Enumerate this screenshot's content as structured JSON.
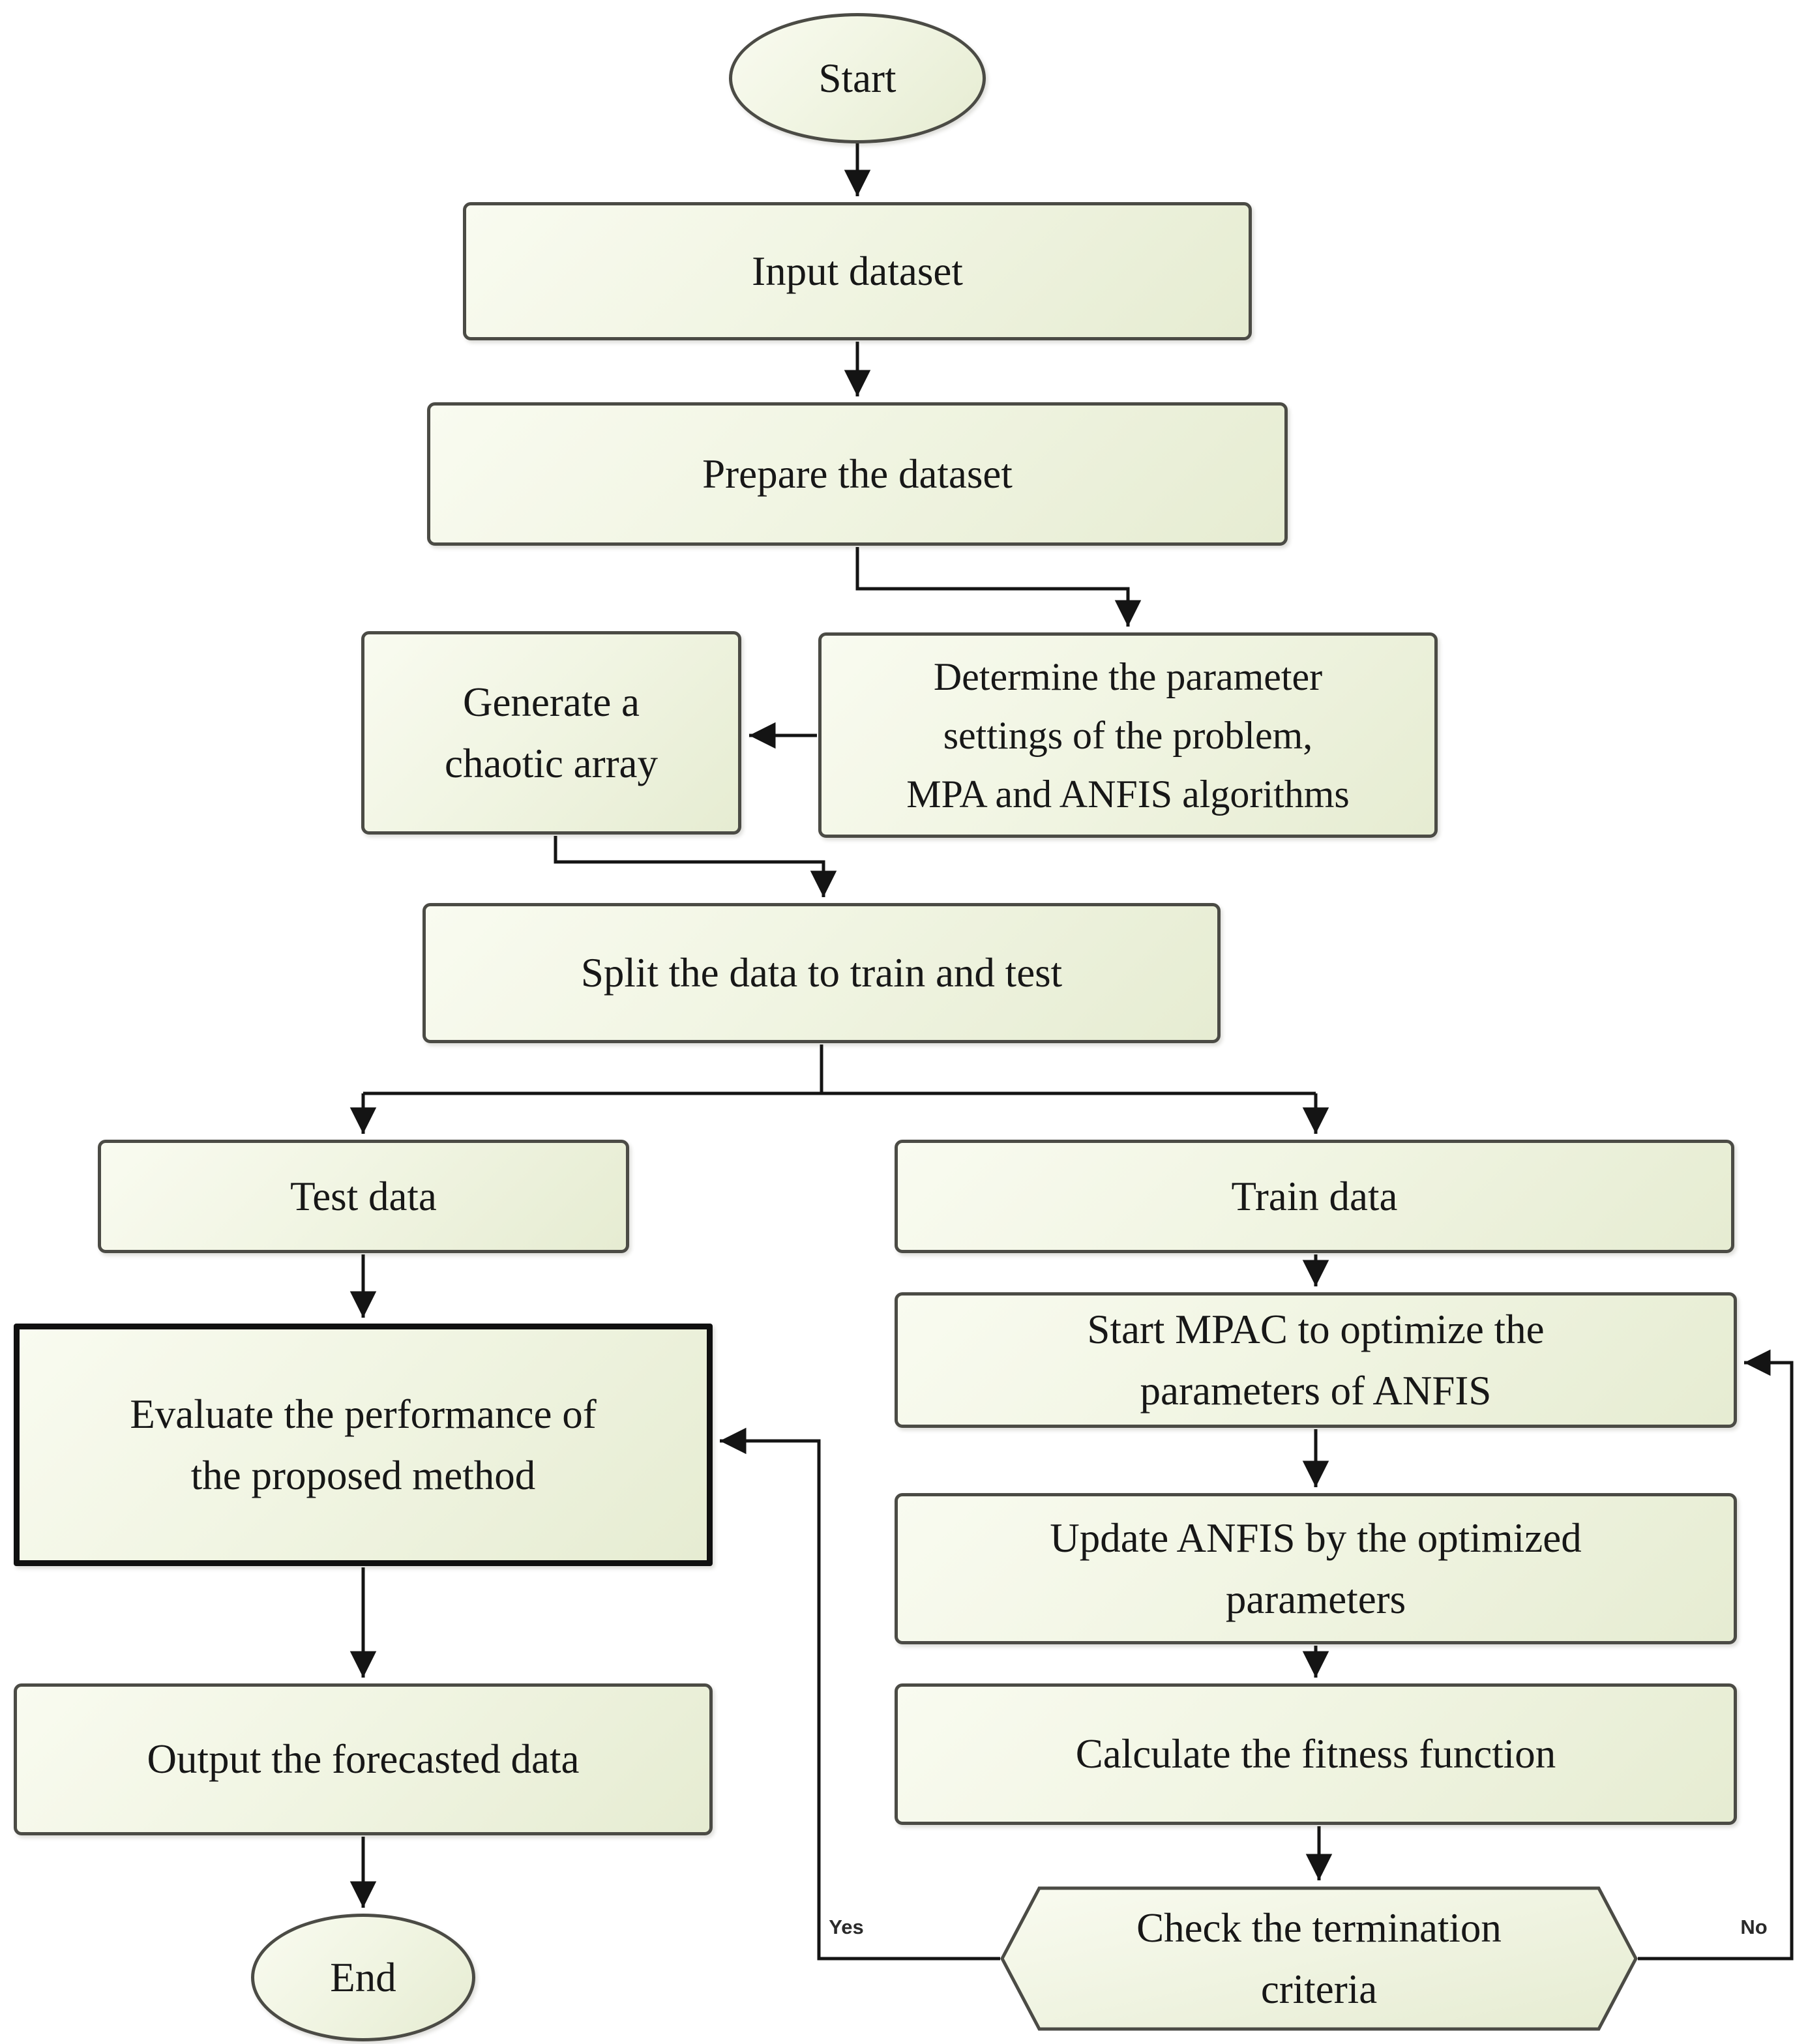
{
  "figure": {
    "type": "flowchart",
    "background": "#ffffff",
    "node_fill_top": "#f9fbf0",
    "node_fill_bottom": "#e6ecd2",
    "node_border_color": "#4b4b45",
    "emphasis_border_color": "#101010",
    "connector_color": "#141414",
    "label_color": "#171717"
  },
  "nodes": {
    "start": {
      "shape": "ellipse",
      "label": "Start"
    },
    "input_dataset": {
      "shape": "rect",
      "label": "Input dataset"
    },
    "prepare_dataset": {
      "shape": "rect",
      "label": "Prepare the dataset"
    },
    "determine_parameters": {
      "shape": "rect",
      "lines": [
        "Determine the parameter",
        "settings of the problem,",
        "MPA and ANFIS algorithms"
      ]
    },
    "generate_chaotic": {
      "shape": "rect",
      "lines": [
        "Generate a",
        "chaotic array"
      ]
    },
    "split_data": {
      "shape": "rect",
      "label": "Split the data to train and test"
    },
    "test_data": {
      "shape": "rect",
      "label": "Test data"
    },
    "train_data": {
      "shape": "rect",
      "label": "Train data"
    },
    "evaluate_performance": {
      "shape": "rect",
      "lines": [
        "Evaluate the performance of",
        "the proposed method"
      ]
    },
    "output_forecast": {
      "shape": "rect",
      "label": "Output the forecasted data"
    },
    "end": {
      "shape": "ellipse",
      "label": "End"
    },
    "start_mpac": {
      "shape": "rect",
      "lines": [
        "Start MPAC to optimize the",
        "parameters of ANFIS"
      ]
    },
    "update_anfis": {
      "shape": "rect",
      "lines": [
        "Update ANFIS by the optimized",
        "parameters"
      ]
    },
    "calculate_fitness": {
      "shape": "rect",
      "label": "Calculate the fitness function"
    },
    "check_termination": {
      "shape": "hexagon",
      "lines": [
        "Check the termination",
        "criteria"
      ]
    }
  },
  "edge_labels": {
    "yes": "Yes",
    "no": "No"
  }
}
